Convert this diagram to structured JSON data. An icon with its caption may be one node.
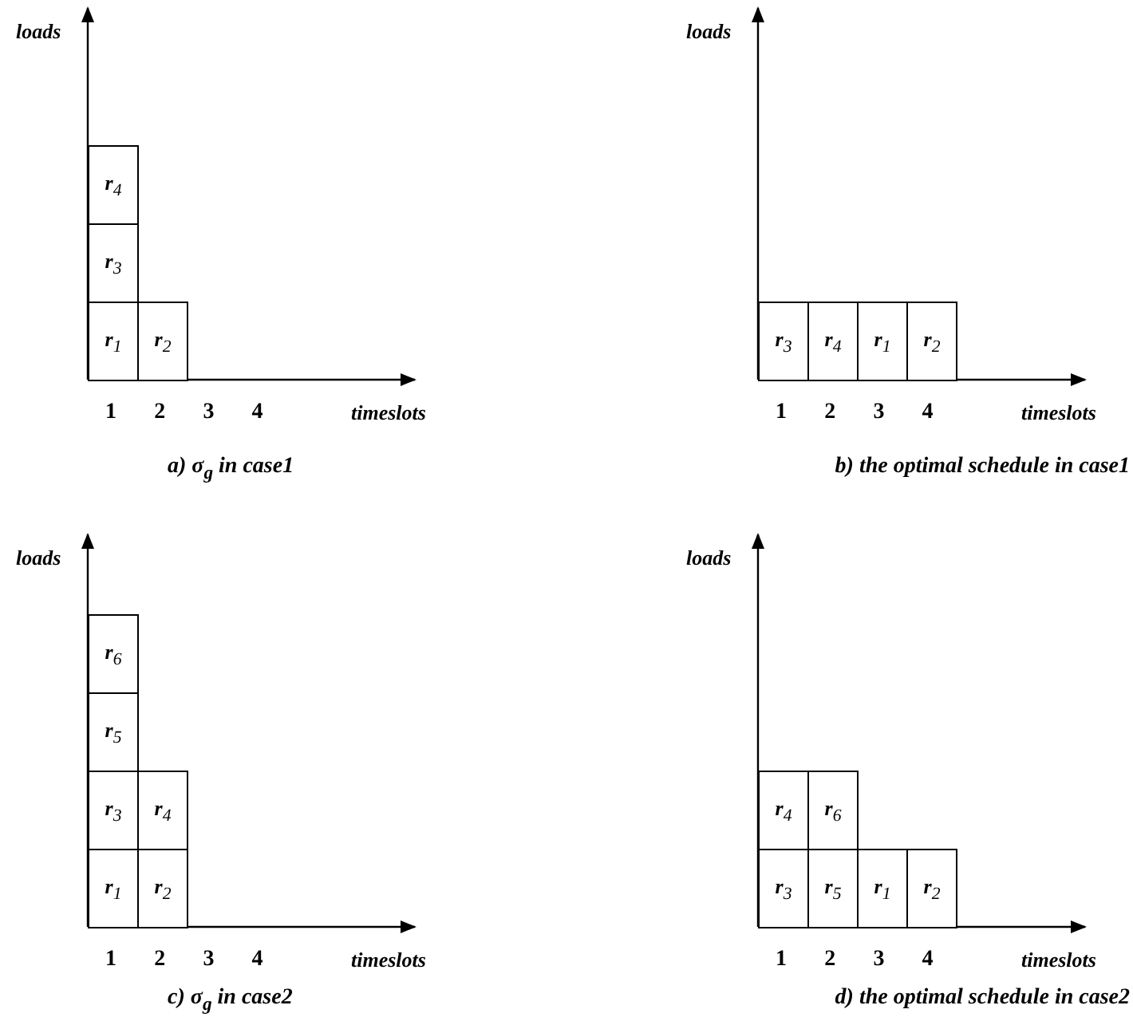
{
  "diagram": {
    "nodes": [
      {
        "text": [
          "**r**$_{4}$"
        ]
      },
      {
        "text": [
          "**r**$_{3}$"
        ]
      },
      {
        "text": [
          "**r**$_{1}$"
        ]
      },
      {
        "text": [
          "**r**$_{2}$"
        ]
      },
      {
        "text": [
          "**r**$_{3}$"
        ]
      },
      {
        "text": [
          "**r**$_{4}$"
        ]
      },
      {
        "text": [
          "**r**$_{1}$"
        ]
      },
      {
        "text": [
          "**r**$_{2}$"
        ]
      },
      {
        "text": [
          "**r**$_{6}$"
        ]
      },
      {
        "text": [
          "**r**$_{5}$"
        ]
      },
      {
        "text": [
          "**r**$_{3}$"
        ]
      },
      {
        "text": [
          "**r**$_{4}$"
        ]
      },
      {
        "text": [
          "**r**$_{1}$"
        ]
      },
      {
        "text": [
          "**r**$_{2}$"
        ]
      },
      {
        "text": [
          "**r**$_{4}$"
        ]
      },
      {
        "text": [
          "**r**$_{6}$"
        ]
      },
      {
        "text": [
          "**r**$_{3}$"
        ]
      },
      {
        "text": [
          "**r**$_{5}$"
        ]
      },
      {
        "text": [
          "**r**$_{1}$"
        ]
      },
      {
        "text": [
          "**r**$_{2}$"
        ]
      }
    ],
    "edges": [],
    "labels": [
      "loads",
      "1",
      "2",
      "3",
      "4",
      "timeslots",
      "a)  σ$_{g}$  in case1",
      "loads",
      "1",
      "2",
      "3",
      "4",
      "timeslots",
      "b) the optimal schedule in case1",
      "loads",
      "1",
      "2",
      "3",
      "4",
      "timeslots",
      "c)  σ$_{g}$  in case2",
      "loads",
      "1",
      "2",
      "3",
      "4",
      "timeslots",
      "d) the optimal schedule in case2"
    ]
  }
}
